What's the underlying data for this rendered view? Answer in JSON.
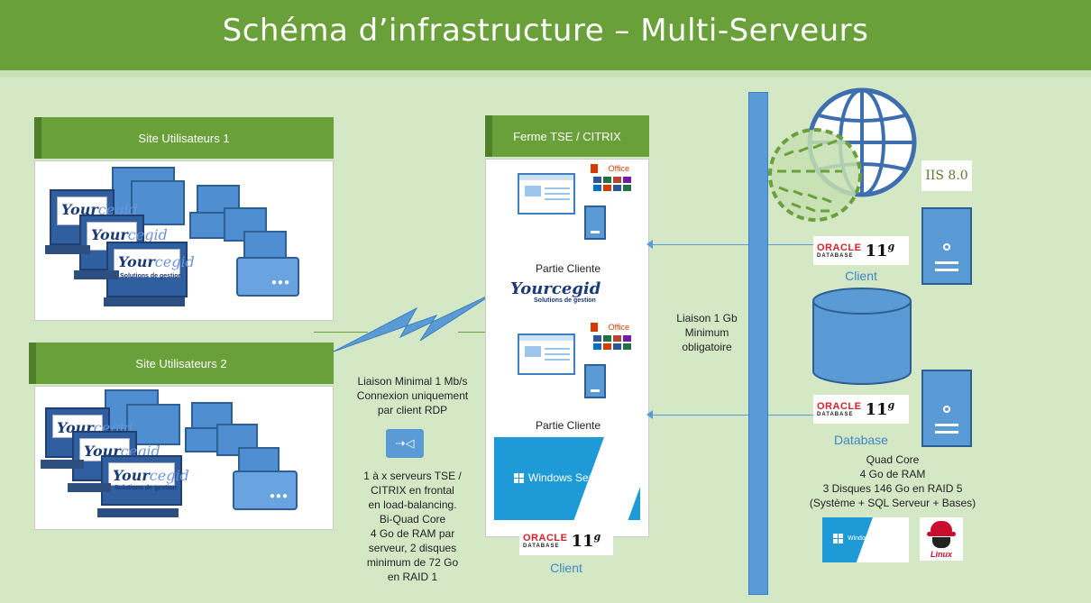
{
  "title": "Schéma d’infrastructure – Multi-Serveurs",
  "site1": {
    "header": "Site Utilisateurs 1"
  },
  "site2": {
    "header": "Site Utilisateurs 2"
  },
  "farm": {
    "header": "Ferme TSE / CITRIX",
    "partie_cliente_1": "Partie Cliente",
    "partie_cliente_2": "Partie Cliente",
    "client_label": "Client"
  },
  "yourcegid": {
    "brand": "Your",
    "brand2": "cegid",
    "sub": "Solutions de gestion"
  },
  "office_label": "Office",
  "windows_server": "Windows Server",
  "wan_link": [
    "Liaison Minimal 1 Mb/s",
    "Connexion uniquement",
    "par client RDP"
  ],
  "tse_specs": [
    "1 à x serveurs TSE /",
    "CITRIX en frontal",
    "en load-balancing.",
    "Bi-Quad Core",
    "4 Go de RAM par",
    "serveur, 2 disques",
    "minimum de 72 Go",
    "en RAID 1"
  ],
  "backbone": [
    "Liaison 1 Gb",
    "Minimum",
    "obligatoire"
  ],
  "oracle": {
    "brand": "ORACLE",
    "db": "DATABASE",
    "version": "11",
    "sup": "g"
  },
  "iis": "IIS 8.0",
  "right_client_label": "Client",
  "database_label": "Database",
  "db_specs": [
    "Quad Core",
    "4 Go de RAM",
    "3 Disques 146 Go en RAID 5",
    "(Système + SQL Serveur + Bases)"
  ],
  "redhat": "Linux",
  "colors": {
    "green": "#6aa03a",
    "blue": "#5b9bd5",
    "bg": "#d5e8c6"
  }
}
